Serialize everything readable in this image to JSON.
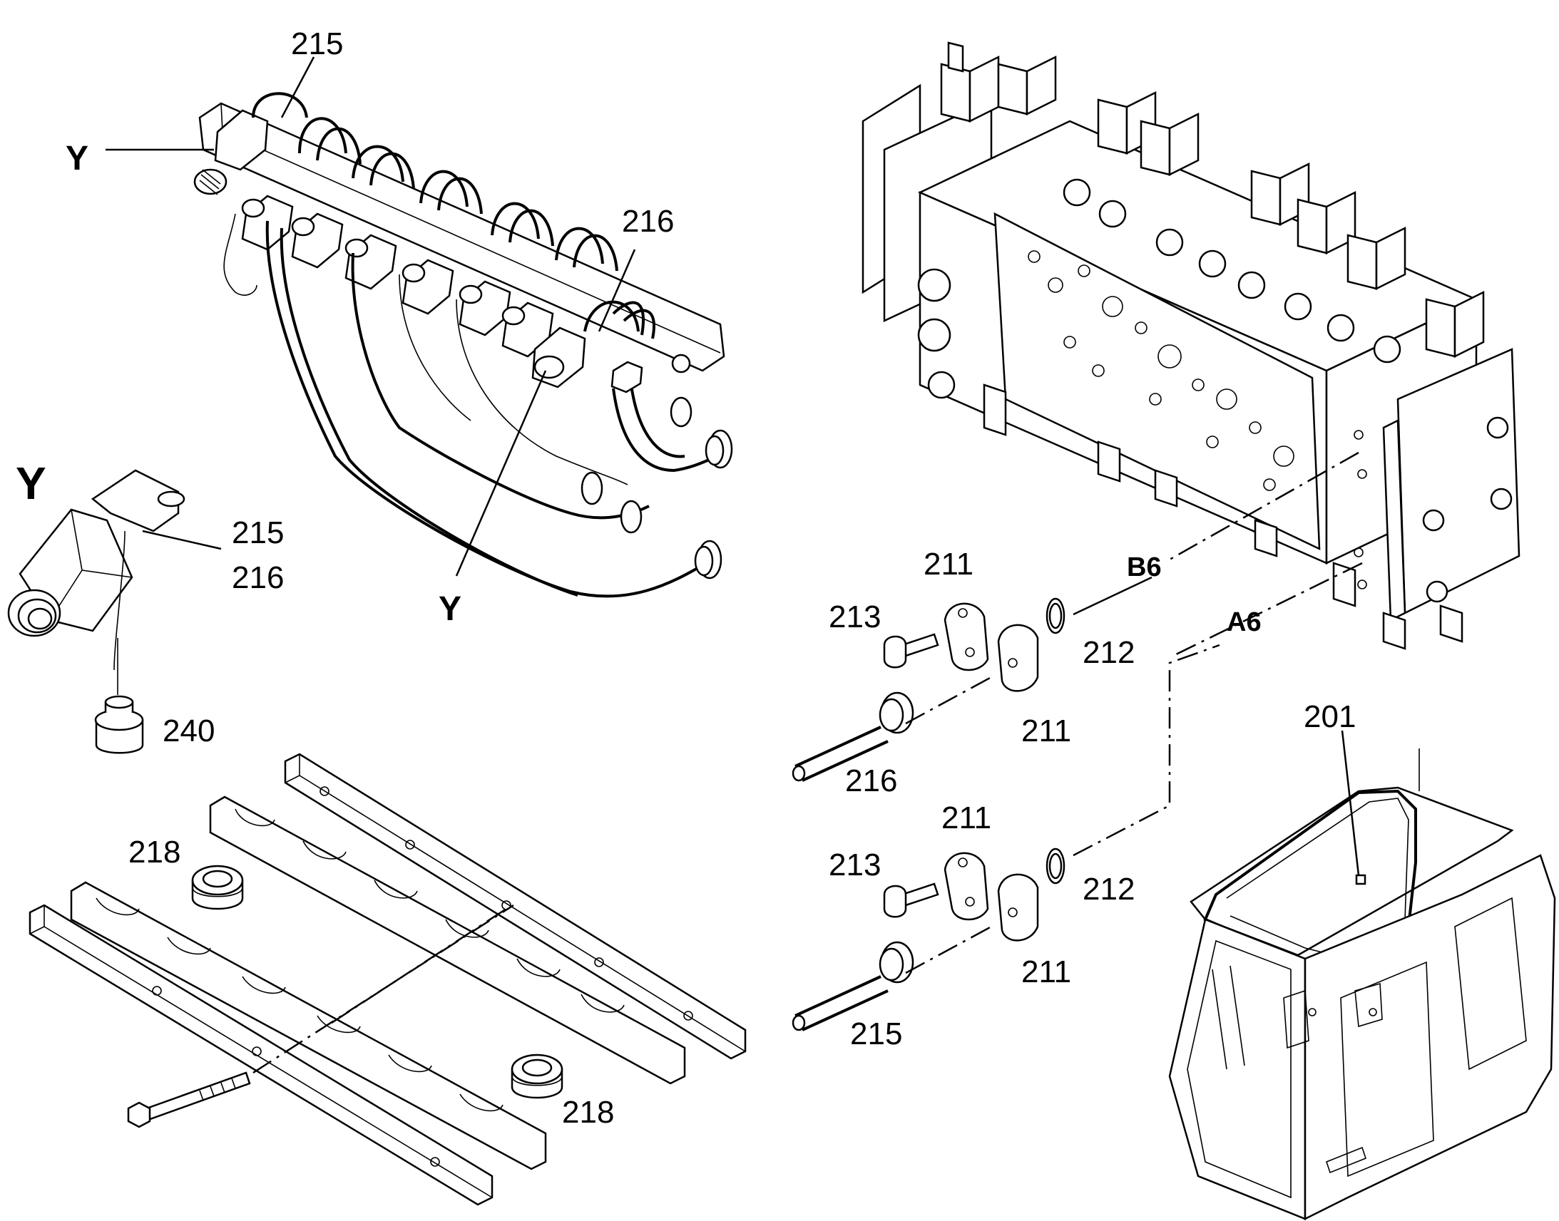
{
  "callouts": {
    "c215_top": "215",
    "c216_top": "216",
    "y_top_left": "Y",
    "y_bottom": "Y",
    "y_detail": "Y",
    "c215_detail": "215",
    "c216_detail": "216",
    "c240": "240",
    "c218_upper": "218",
    "c218_lower": "218",
    "c211_upper_top": "211",
    "c213_upper": "213",
    "c212_upper": "212",
    "c211_upper_bottom": "211",
    "c216_pipe": "216",
    "c211_lower_top": "211",
    "c213_lower": "213",
    "c212_lower": "212",
    "c211_lower_bottom": "211",
    "c215_pipe": "215",
    "port_b6": "B6",
    "port_a6": "A6",
    "c201": "201"
  }
}
